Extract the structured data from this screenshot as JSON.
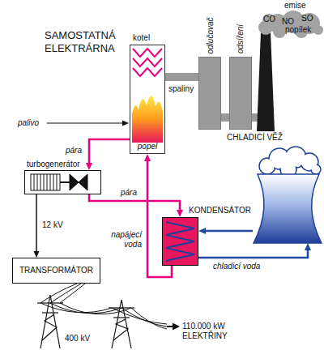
{
  "diagram": {
    "title": "SAMOSTATNÁ ELEKTRÁRNA",
    "nodes": [
      {
        "text": [
          "kotel",
          "popel"
        ]
      },
      {
        "text": [
          "odlučovač"
        ]
      },
      {
        "text": [
          "odsíření"
        ]
      },
      {
        "text": [
          "turbogenerátor"
        ]
      },
      {
        "text": [
          "TRANSFORMÁTOR"
        ]
      },
      {
        "text": [
          "KONDENSÁTOR"
        ]
      },
      {
        "text": [
          "CHLADICÍ VĚŽ"
        ]
      }
    ],
    "edges": [
      {
        "from": 0,
        "to": 3,
        "label": "pára",
        "arrow": "to"
      },
      {
        "from": 3,
        "to": 5,
        "label": "pára",
        "arrow": "to"
      },
      {
        "from": 5,
        "to": 0,
        "label": "napájecí voda",
        "arrow": "to"
      },
      {
        "from": 0,
        "to": 1,
        "label": "spaliny",
        "arrow": "none"
      },
      {
        "from": 1,
        "to": 2,
        "arrow": "none"
      },
      {
        "from": 3,
        "to": 4,
        "label": "12 kV",
        "arrow": "to"
      },
      {
        "from": 6,
        "to": 5,
        "arrow": "to"
      },
      {
        "from": 5,
        "to": 6,
        "label": "chladicí voda",
        "arrow": "to"
      }
    ],
    "labels": [
      "palivo",
      "emise",
      "CO",
      "NO",
      "SO",
      "popílek",
      "400 kV",
      "110.000 kW ELEKTŘINY"
    ]
  }
}
